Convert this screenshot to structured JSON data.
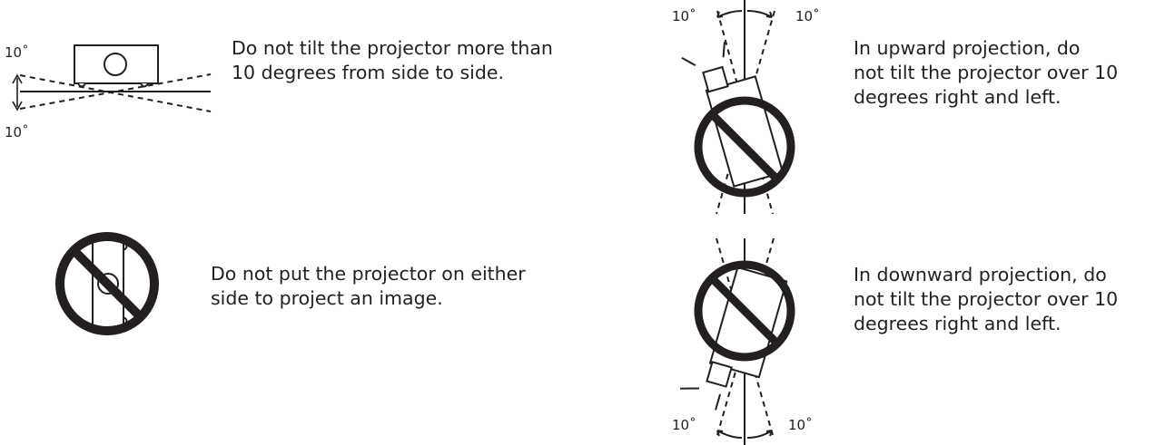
{
  "colors": {
    "ink": "#231f20",
    "background": "#ffffff"
  },
  "items": [
    {
      "icon": "projector-side-tilt-icon",
      "lines": [
        "Do not tilt the projector more than",
        "10 degrees from side to side."
      ],
      "angle_top": "10˚",
      "angle_bottom": "10˚"
    },
    {
      "icon": "projector-on-side-prohibited-icon",
      "lines": [
        "Do not put the projector on either",
        "side to project an image."
      ]
    },
    {
      "icon": "projector-upward-prohibited-icon",
      "lines": [
        "In upward projection, do",
        "not tilt the projector over 10",
        "degrees right and left."
      ],
      "angle_left": "10˚",
      "angle_right": "10˚"
    },
    {
      "icon": "projector-downward-prohibited-icon",
      "lines": [
        "In downward projection, do",
        "not tilt the projector over 10",
        "degrees right and left."
      ],
      "angle_left": "10˚",
      "angle_right": "10˚"
    }
  ]
}
